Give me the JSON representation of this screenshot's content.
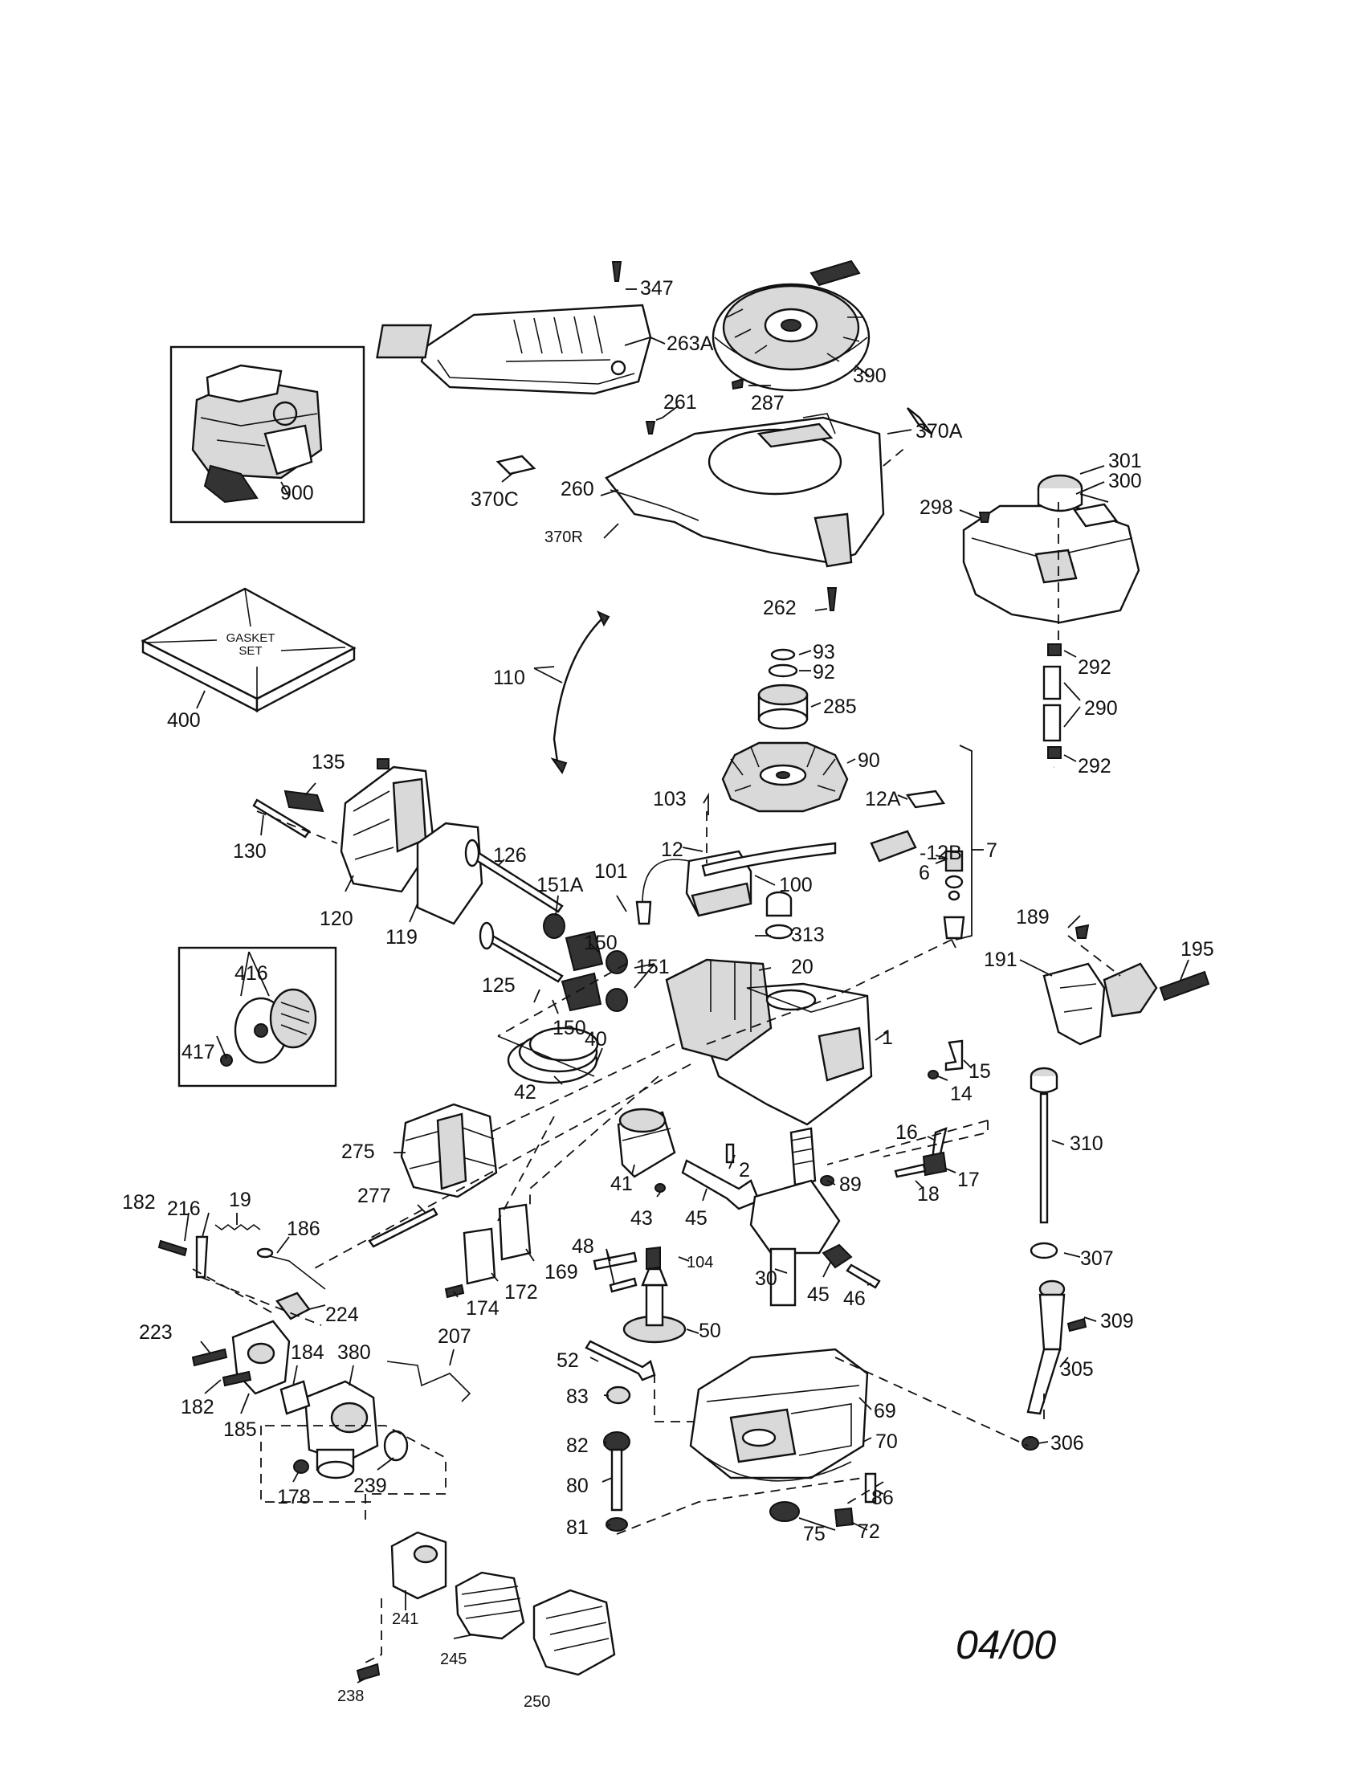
{
  "revision_stamp": "04/00",
  "gasket_box_text": [
    "GASKET",
    "SET"
  ],
  "callouts": {
    "c347": "347",
    "c263A": "263A",
    "c390": "390",
    "c287": "287",
    "c261": "261",
    "c370A": "370A",
    "c370C": "370C",
    "c260": "260",
    "c370R": "370R",
    "c262": "262",
    "c900": "900",
    "c400": "400",
    "c301": "301",
    "c300": "300",
    "c298": "298",
    "c292a": "292",
    "c290": "290",
    "c292b": "292",
    "c110": "110",
    "c93": "93",
    "c92": "92",
    "c285": "285",
    "c90": "90",
    "c135": "135",
    "c130": "130",
    "c120": "120",
    "c119": "119",
    "c126": "126",
    "c151A": "151A",
    "c101": "101",
    "c150a": "150",
    "c100": "100",
    "c103": "103",
    "c12A": "12A",
    "c12": "12",
    "c12B": "-12B",
    "c6": "6",
    "c7": "7",
    "c313": "313",
    "c20": "20",
    "c151": "151",
    "c125": "125",
    "c150b": "150",
    "c416": "416",
    "c417": "417",
    "c40": "40",
    "c42": "42",
    "c1": "1",
    "c189": "189",
    "c191": "191",
    "c195": "195",
    "c15": "15",
    "c14": "14",
    "c310": "310",
    "c16": "16",
    "c17": "17",
    "c18": "18",
    "c275": "275",
    "c277": "277",
    "c2": "2",
    "c41": "41",
    "c43": "43",
    "c45a": "45",
    "c89": "89",
    "c182a": "182",
    "c216": "216",
    "c19": "19",
    "c186": "186",
    "c48": "48",
    "c104": "104",
    "c169": "169",
    "c172": "172",
    "c174": "174",
    "c224": "224",
    "c30": "30",
    "c45b": "45",
    "c46": "46",
    "c307": "307",
    "c309": "309",
    "c223": "223",
    "c184": "184",
    "c380": "380",
    "c207": "207",
    "c50": "50",
    "c182b": "182",
    "c185": "185",
    "c52": "52",
    "c305": "305",
    "c69": "69",
    "c83": "83",
    "c306": "306",
    "c70": "70",
    "c82": "82",
    "c178": "178",
    "c239": "239",
    "c80": "80",
    "c86": "86",
    "c81": "81",
    "c75": "75",
    "c72": "72",
    "c241": "241",
    "c245": "245",
    "c238": "238",
    "c250": "250"
  }
}
